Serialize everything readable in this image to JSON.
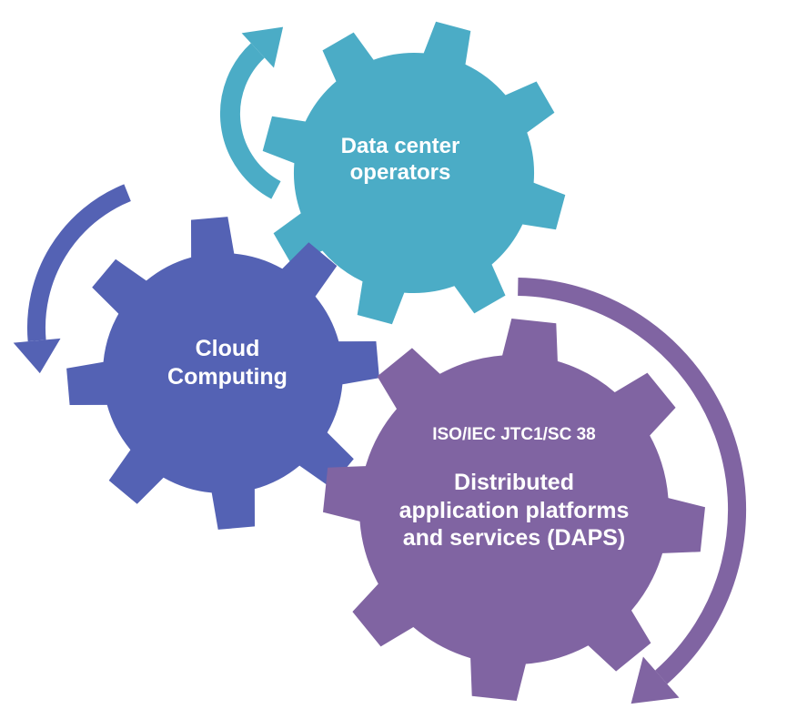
{
  "gears": {
    "data_center": {
      "label": "Data center operators",
      "color": "#4BACC6"
    },
    "cloud": {
      "label": "Cloud Computing",
      "color": "#5462B4"
    },
    "daps": {
      "header": "ISO/IEC JTC1/SC 38",
      "label": "Distributed application platforms and services (DAPS)",
      "color": "#8064A2"
    }
  }
}
